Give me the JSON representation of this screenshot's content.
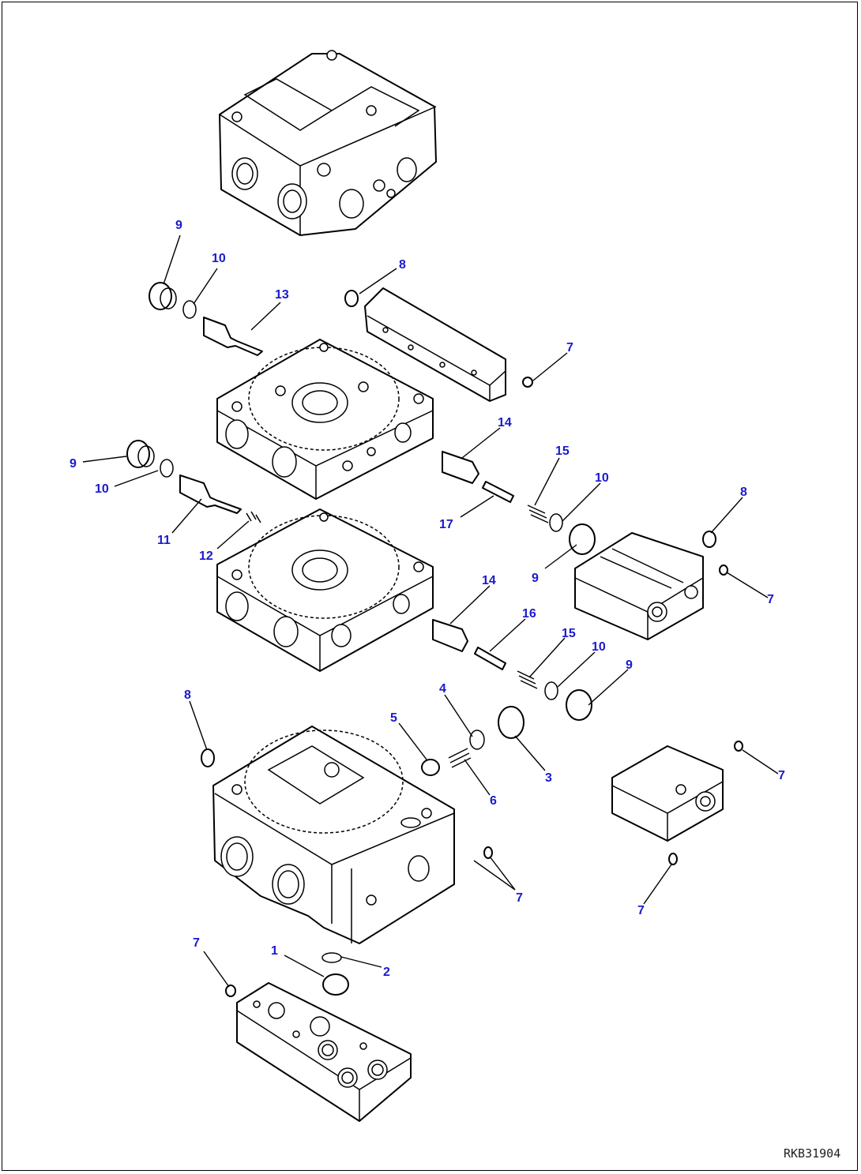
{
  "drawing_ref": "RKB31904",
  "colors": {
    "callout": "#1a1acc",
    "line": "#000000",
    "background": "#ffffff"
  },
  "callouts": [
    {
      "id": "c9a",
      "label": "9"
    },
    {
      "id": "c10a",
      "label": "10"
    },
    {
      "id": "c13",
      "label": "13"
    },
    {
      "id": "c8a",
      "label": "8"
    },
    {
      "id": "c7a",
      "label": "7"
    },
    {
      "id": "c14a",
      "label": "14"
    },
    {
      "id": "c15a",
      "label": "15"
    },
    {
      "id": "c10b",
      "label": "10"
    },
    {
      "id": "c9b",
      "label": "9"
    },
    {
      "id": "c10c",
      "label": "10"
    },
    {
      "id": "c17",
      "label": "17"
    },
    {
      "id": "c11",
      "label": "11"
    },
    {
      "id": "c12",
      "label": "12"
    },
    {
      "id": "c8b",
      "label": "8"
    },
    {
      "id": "c9c",
      "label": "9"
    },
    {
      "id": "c7b",
      "label": "7"
    },
    {
      "id": "c14b",
      "label": "14"
    },
    {
      "id": "c16",
      "label": "16"
    },
    {
      "id": "c15b",
      "label": "15"
    },
    {
      "id": "c10d",
      "label": "10"
    },
    {
      "id": "c9d",
      "label": "9"
    },
    {
      "id": "c8c",
      "label": "8"
    },
    {
      "id": "c4",
      "label": "4"
    },
    {
      "id": "c5",
      "label": "5"
    },
    {
      "id": "c3",
      "label": "3"
    },
    {
      "id": "c6",
      "label": "6"
    },
    {
      "id": "c7c",
      "label": "7"
    },
    {
      "id": "c7d",
      "label": "7"
    },
    {
      "id": "c7e",
      "label": "7"
    },
    {
      "id": "c7f",
      "label": "7"
    },
    {
      "id": "c1",
      "label": "1"
    },
    {
      "id": "c2",
      "label": "2"
    }
  ]
}
